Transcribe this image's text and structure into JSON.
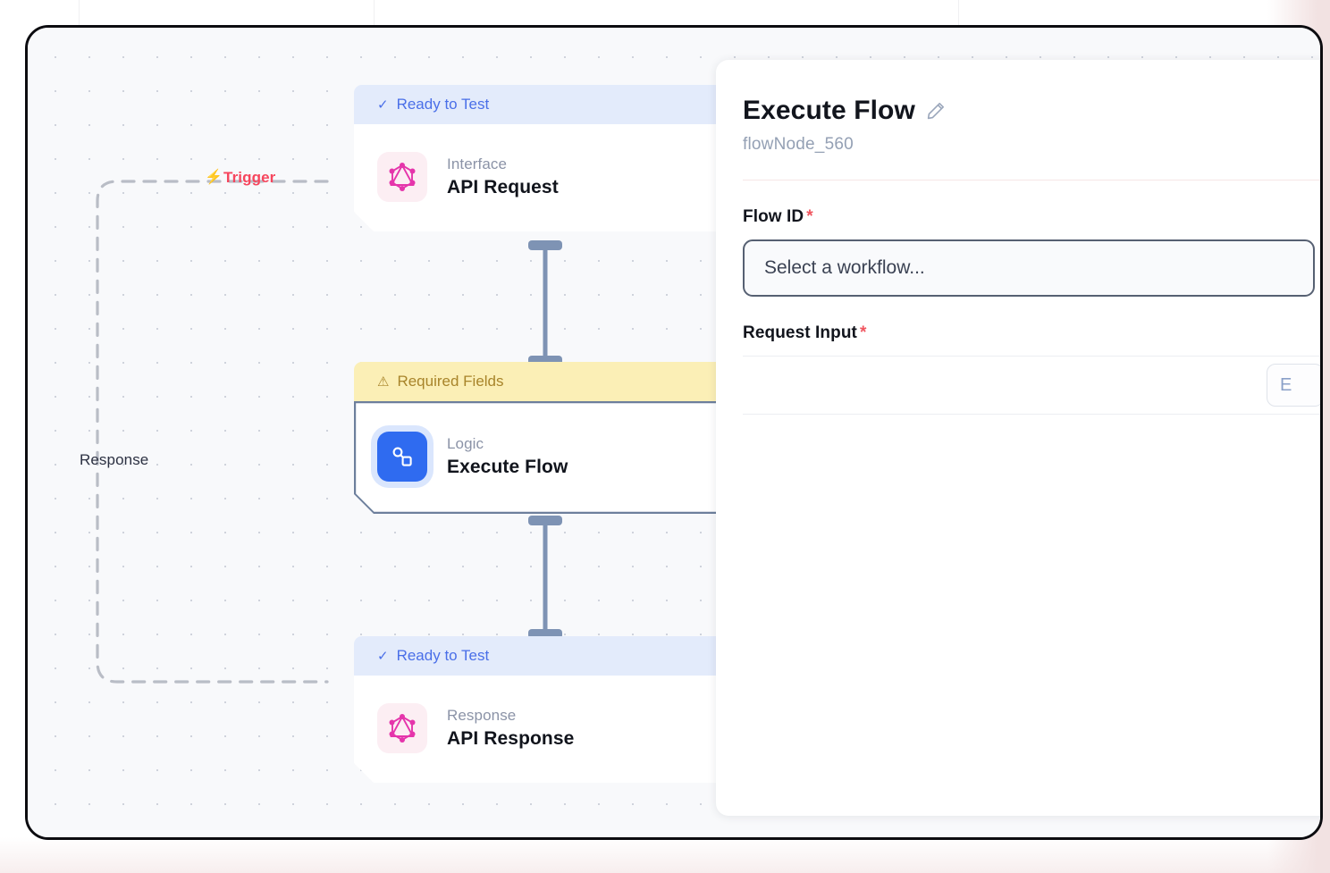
{
  "canvas": {
    "loop_labels": {
      "trigger": "Trigger",
      "trigger_icon": "lightning-bolt-icon",
      "response": "Response"
    },
    "nodes": [
      {
        "status": "Ready to Test",
        "status_type": "ok",
        "status_icon": "check-icon",
        "kind": "Interface",
        "title": "API Request",
        "icon": "graphql-icon"
      },
      {
        "status": "Required Fields",
        "status_type": "warn",
        "status_icon": "warning-triangle-icon",
        "kind": "Logic",
        "title": "Execute Flow",
        "icon": "execute-flow-icon",
        "selected": true
      },
      {
        "status": "Ready to Test",
        "status_type": "ok",
        "status_icon": "check-icon",
        "kind": "Response",
        "title": "API Response",
        "icon": "graphql-icon"
      }
    ]
  },
  "panel": {
    "title": "Execute Flow",
    "edit_icon": "pencil-icon",
    "subtitle": "flowNode_560",
    "fields": [
      {
        "label": "Flow ID",
        "required": true,
        "required_marker": "*",
        "control": "select",
        "placeholder": "Select a workflow...",
        "value": ""
      },
      {
        "label": "Request Input",
        "required": true,
        "required_marker": "*",
        "control": "text",
        "value": "",
        "trailing_button": "E"
      }
    ]
  },
  "colors": {
    "accent_blue": "#4a6fe8",
    "warn_amber": "#a8842a",
    "warn_bg": "#fbefb6",
    "ok_bg": "#e3ebfb",
    "trigger_red": "#f6465d",
    "required_red": "#f0555f",
    "node_blue": "#2f6bf0",
    "graphql_pink": "#e535ab",
    "connector": "#7e93b4"
  }
}
